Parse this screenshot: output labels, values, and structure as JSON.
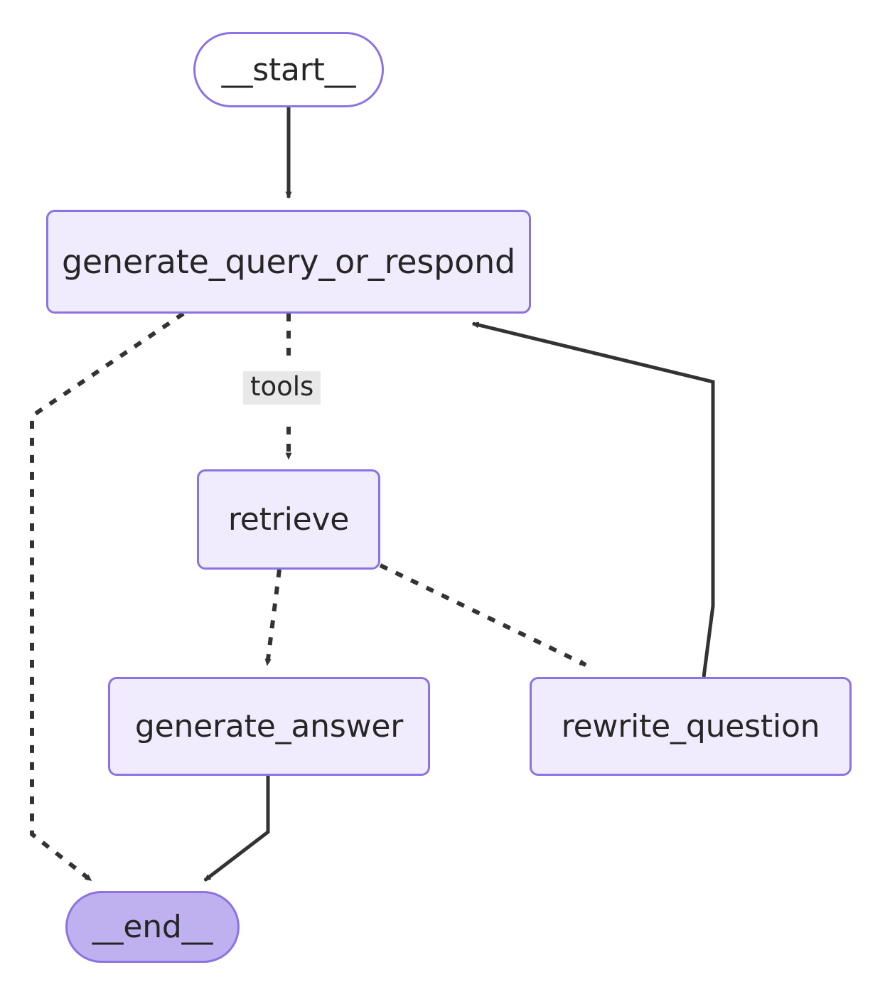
{
  "diagram": {
    "type": "flowchart",
    "title": "LangGraph agentic RAG state graph",
    "direction": "top-down",
    "background_color": "#ffffff",
    "colors": {
      "node_fill": "#f1ecfd",
      "node_border": "#8d72e3",
      "terminal_open_fill": "#ffffff",
      "terminal_filled_fill": "#bfb0f0",
      "edge_stroke": "#333333",
      "edge_label_bg": "#e8e8e8",
      "text": "#262626"
    },
    "nodes": [
      {
        "id": "start",
        "label": "__start__",
        "shape": "stadium",
        "style": "terminal-open"
      },
      {
        "id": "generate_query",
        "label": "generate_query_or_respond",
        "shape": "rounded-rect",
        "style": "process"
      },
      {
        "id": "retrieve",
        "label": "retrieve",
        "shape": "rounded-rect",
        "style": "process"
      },
      {
        "id": "generate_answer",
        "label": "generate_answer",
        "shape": "rounded-rect",
        "style": "process"
      },
      {
        "id": "rewrite",
        "label": "rewrite_question",
        "shape": "rounded-rect",
        "style": "process"
      },
      {
        "id": "end",
        "label": "__end__",
        "shape": "stadium",
        "style": "terminal-filled"
      }
    ],
    "edges": [
      {
        "from": "start",
        "to": "generate_query",
        "label": "",
        "style": "solid",
        "arrow": true
      },
      {
        "from": "generate_query",
        "to": "retrieve",
        "label": "tools",
        "style": "dashed",
        "arrow": true
      },
      {
        "from": "generate_query",
        "to": "end",
        "label": "",
        "style": "dashed",
        "arrow": true
      },
      {
        "from": "retrieve",
        "to": "generate_answer",
        "label": "",
        "style": "dashed",
        "arrow": true
      },
      {
        "from": "retrieve",
        "to": "rewrite",
        "label": "",
        "style": "dashed",
        "arrow": true
      },
      {
        "from": "generate_answer",
        "to": "end",
        "label": "",
        "style": "solid",
        "arrow": true
      },
      {
        "from": "rewrite",
        "to": "generate_query",
        "label": "",
        "style": "solid",
        "arrow": true
      }
    ],
    "edge_labels": {
      "tools": "tools"
    }
  }
}
